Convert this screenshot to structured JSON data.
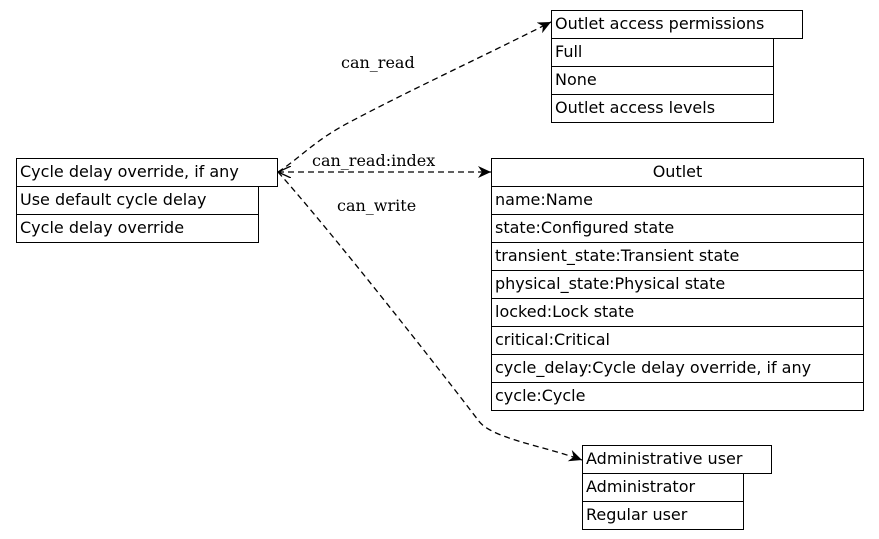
{
  "nodes": {
    "cycle_delay_override": {
      "title": "Cycle delay override, if any",
      "rows": [
        "Use default cycle delay",
        "Cycle delay override"
      ]
    },
    "outlet_access_permissions": {
      "title": "Outlet access permissions",
      "rows": [
        "Full",
        "None",
        "Outlet access levels"
      ]
    },
    "outlet": {
      "title": "Outlet",
      "rows": [
        "name:Name",
        "state:Configured state",
        "transient_state:Transient state",
        "physical_state:Physical state",
        "locked:Lock state",
        "critical:Critical",
        "cycle_delay:Cycle delay override, if any",
        "cycle:Cycle"
      ]
    },
    "administrative_user": {
      "title": "Administrative user",
      "rows": [
        "Administrator",
        "Regular user"
      ]
    }
  },
  "edges": {
    "can_read": "can_read",
    "can_read_index": "can_read:index",
    "can_write": "can_write"
  }
}
